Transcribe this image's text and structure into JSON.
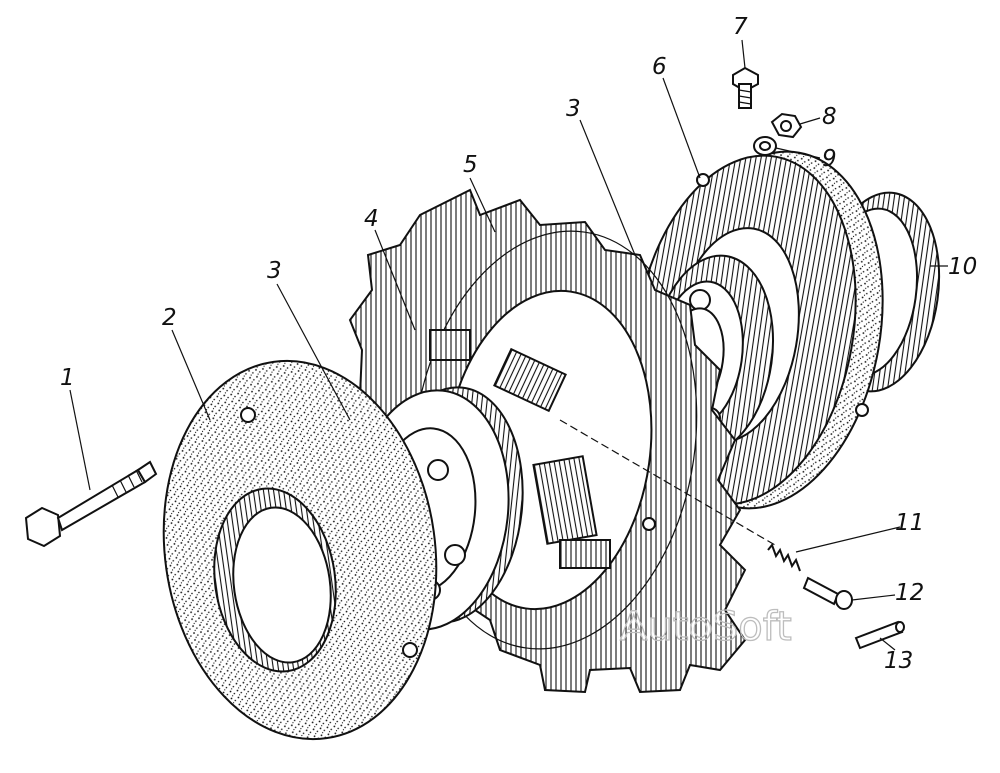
{
  "parts": [
    {
      "number": "1"
    },
    {
      "number": "2"
    },
    {
      "number": "3"
    },
    {
      "number": "3"
    },
    {
      "number": "4"
    },
    {
      "number": "5"
    },
    {
      "number": "6"
    },
    {
      "number": "7"
    },
    {
      "number": "8"
    },
    {
      "number": "9"
    },
    {
      "number": "10"
    },
    {
      "number": "11"
    },
    {
      "number": "12"
    },
    {
      "number": "13"
    }
  ],
  "watermark": "AutoSoft"
}
